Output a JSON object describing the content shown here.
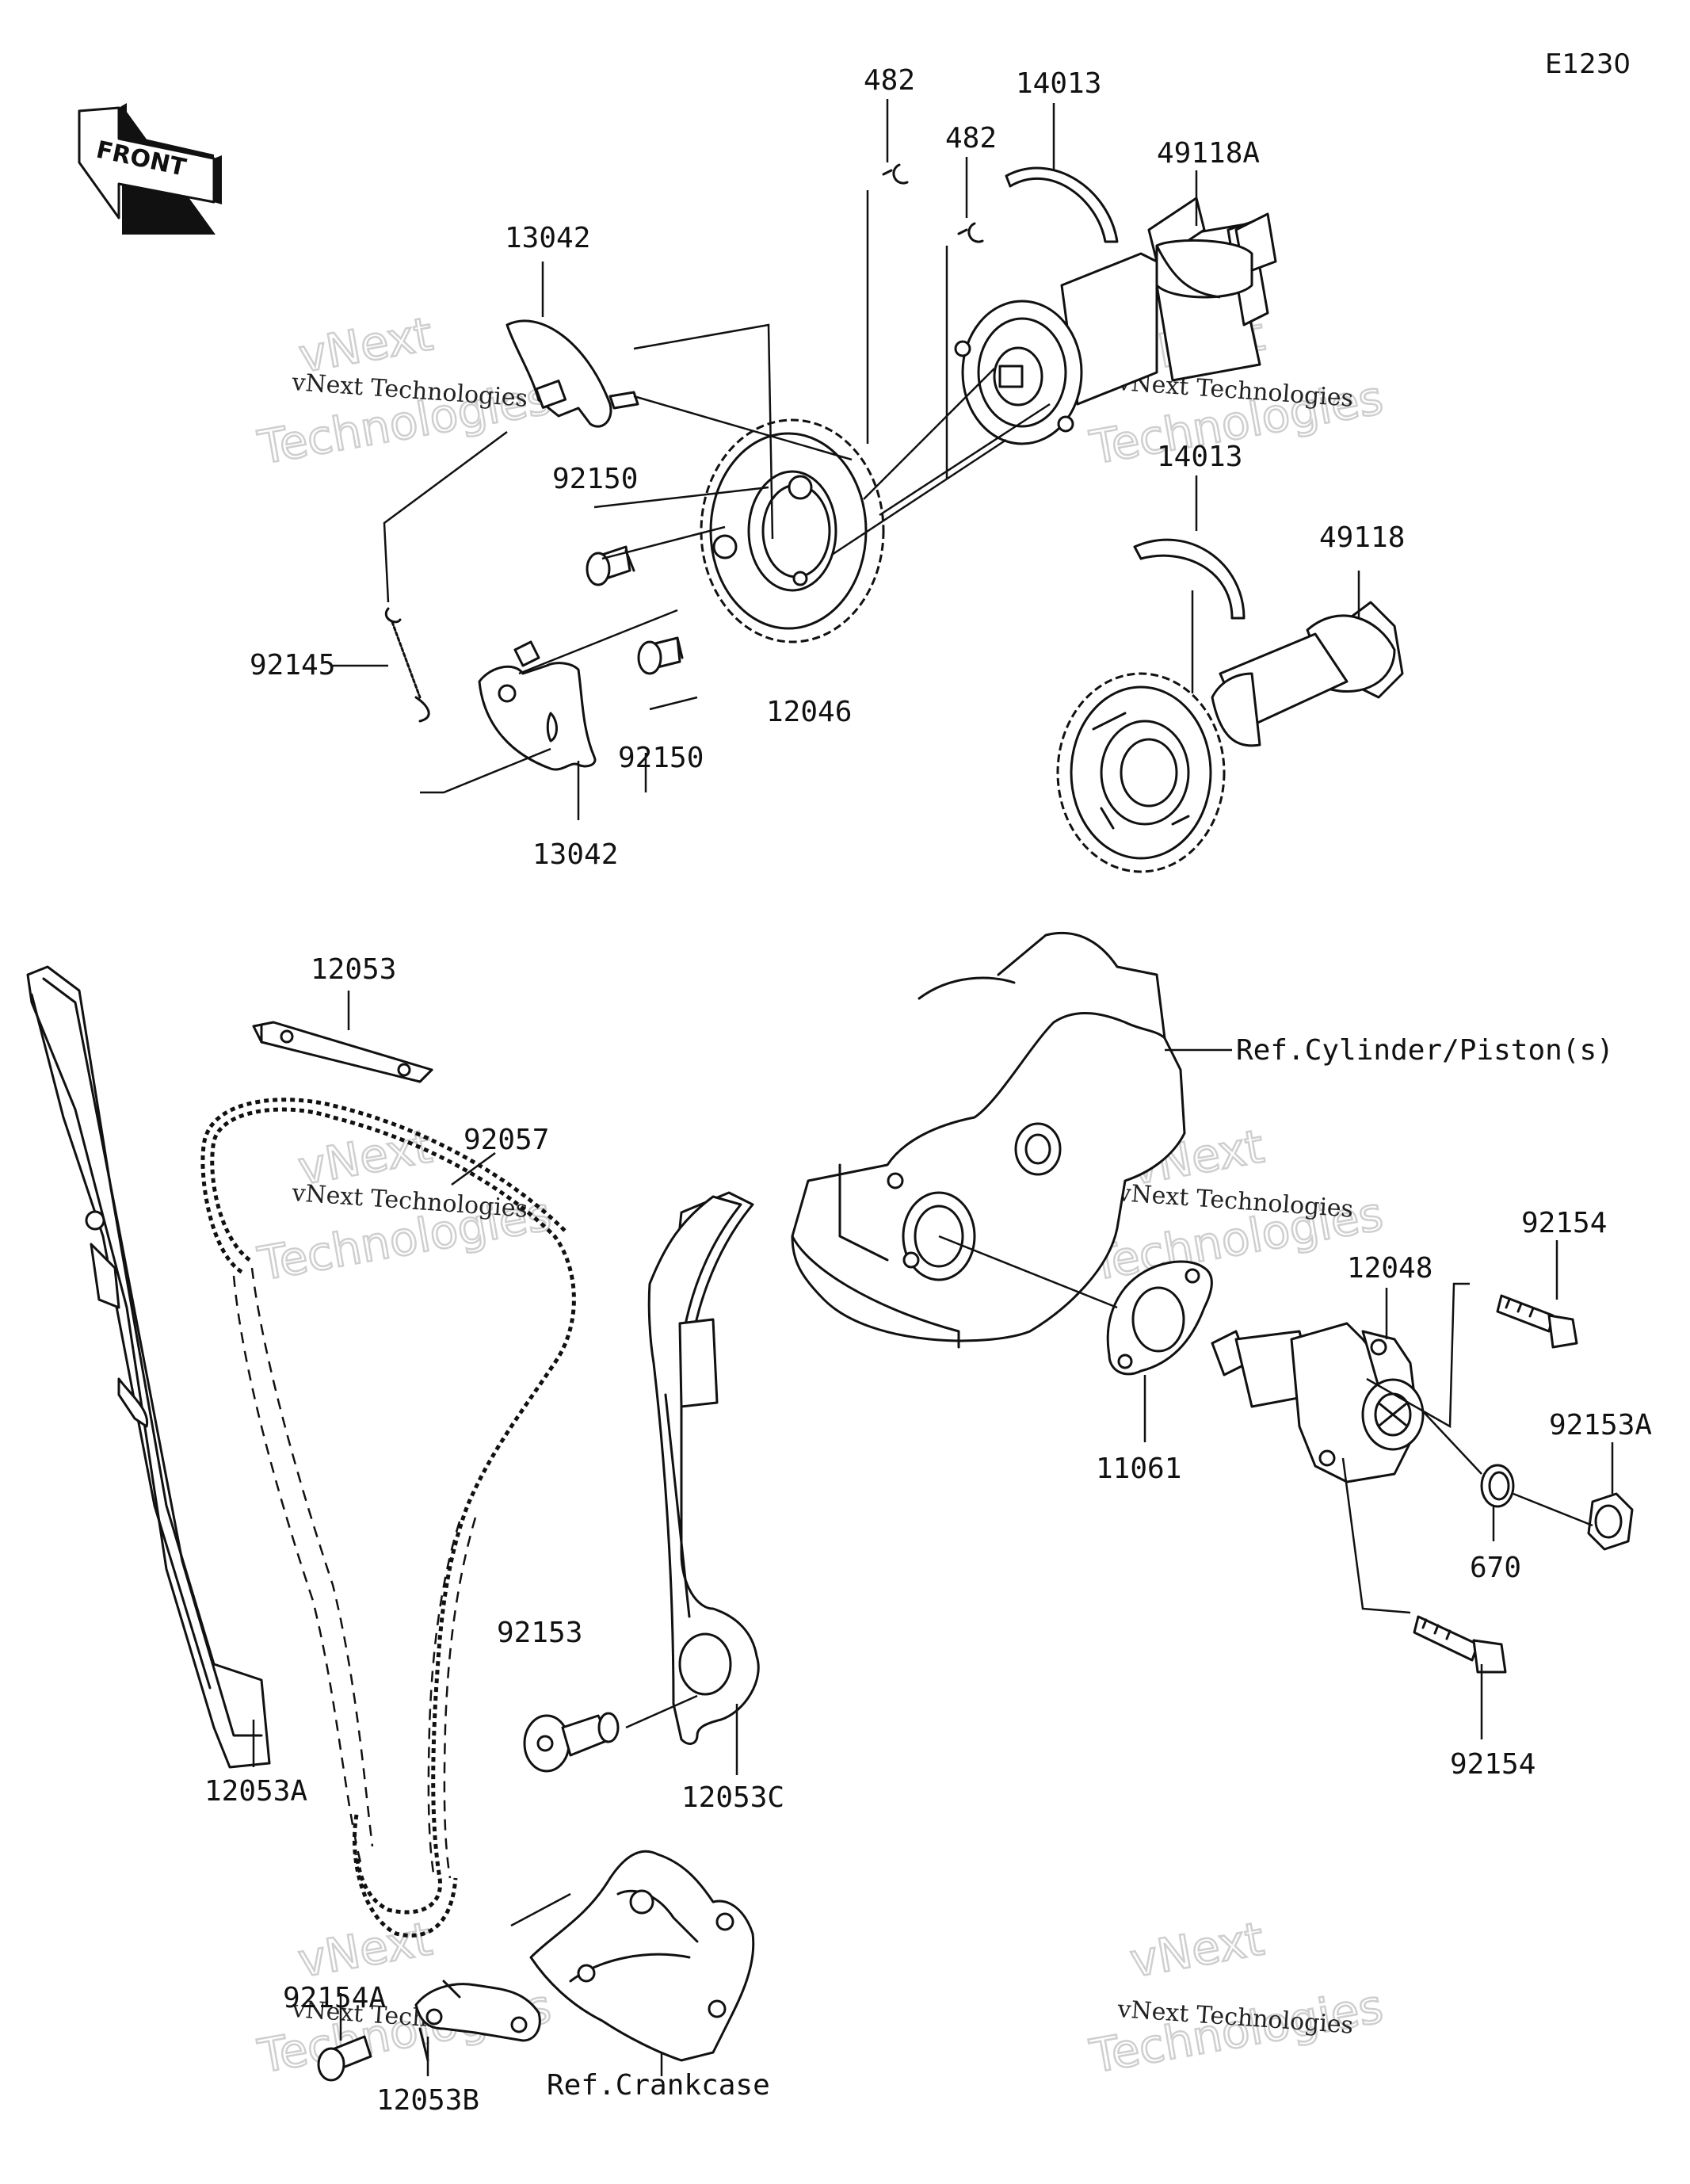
{
  "diagram_code": "E1230",
  "front_arrow": {
    "text": "FRONT",
    "icon": "front-arrow-icon"
  },
  "parts": {
    "p482a": "482",
    "p482b": "482",
    "p14013a": "14013",
    "p49118A": "49118A",
    "p13042a": "13042",
    "p92150a": "92150",
    "p14013b": "14013",
    "p49118": "49118",
    "p92145": "92145",
    "p12046": "12046",
    "p92150b": "92150",
    "p13042b": "13042",
    "p12053": "12053",
    "p92057": "92057",
    "p92154a": "92154",
    "p12048": "12048",
    "p92153A": "92153A",
    "p11061": "11061",
    "p670": "670",
    "p92153": "92153",
    "p12053C": "12053C",
    "p92154b": "92154",
    "p12053A": "12053A",
    "p92154A": "92154A",
    "p12053B": "12053B"
  },
  "references": {
    "cylinder": "Ref.Cylinder/Piston(s)",
    "crankcase": "Ref.Crankcase"
  },
  "watermarks": [
    {
      "small": "vNext Technologies",
      "big1": "vNext",
      "big2": "Technologies"
    },
    {
      "small": "vNext Technologies",
      "big1": "vNext",
      "big2": "Technologies"
    },
    {
      "small": "vNext Technologies",
      "big1": "vNext",
      "big2": "Technologies"
    },
    {
      "small": "vNext Technologies",
      "big1": "vNext",
      "big2": "Technologies"
    },
    {
      "small": "vNext Technologies",
      "big1": "vNext",
      "big2": "Technologies"
    },
    {
      "small": "vNext Technologies",
      "big1": "vNext",
      "big2": "Technologies"
    }
  ]
}
